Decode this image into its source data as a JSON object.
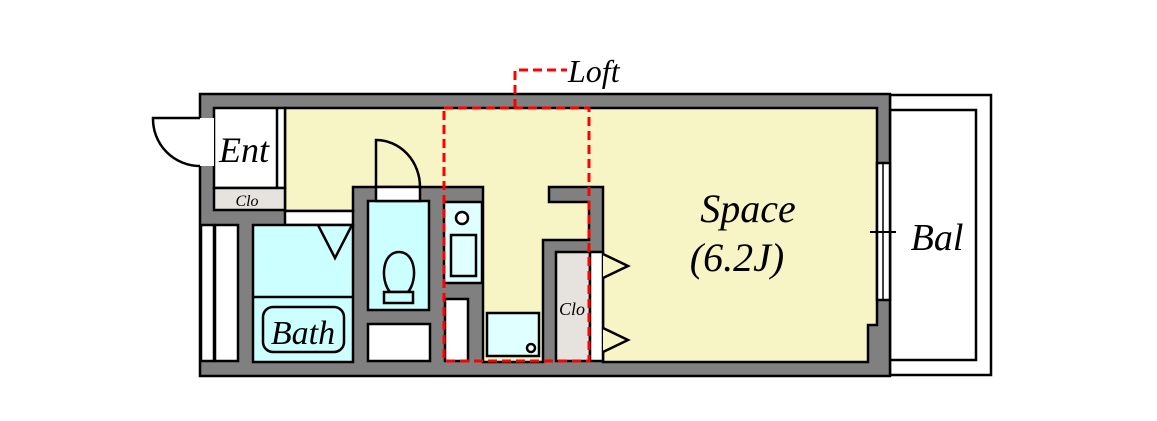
{
  "labels": {
    "entrance": "Ent",
    "closet_entrance": "Clo",
    "bath": "Bath",
    "closet_room": "Clo",
    "space": "Space",
    "space_size": "(6.2J)",
    "balcony": "Bal",
    "loft": "Loft"
  },
  "colors": {
    "wall": "#808080",
    "room": "#f7f4c6",
    "wet_area": "#ccffff",
    "closet": "#e6e2de",
    "loft_outline": "#ff0000"
  }
}
